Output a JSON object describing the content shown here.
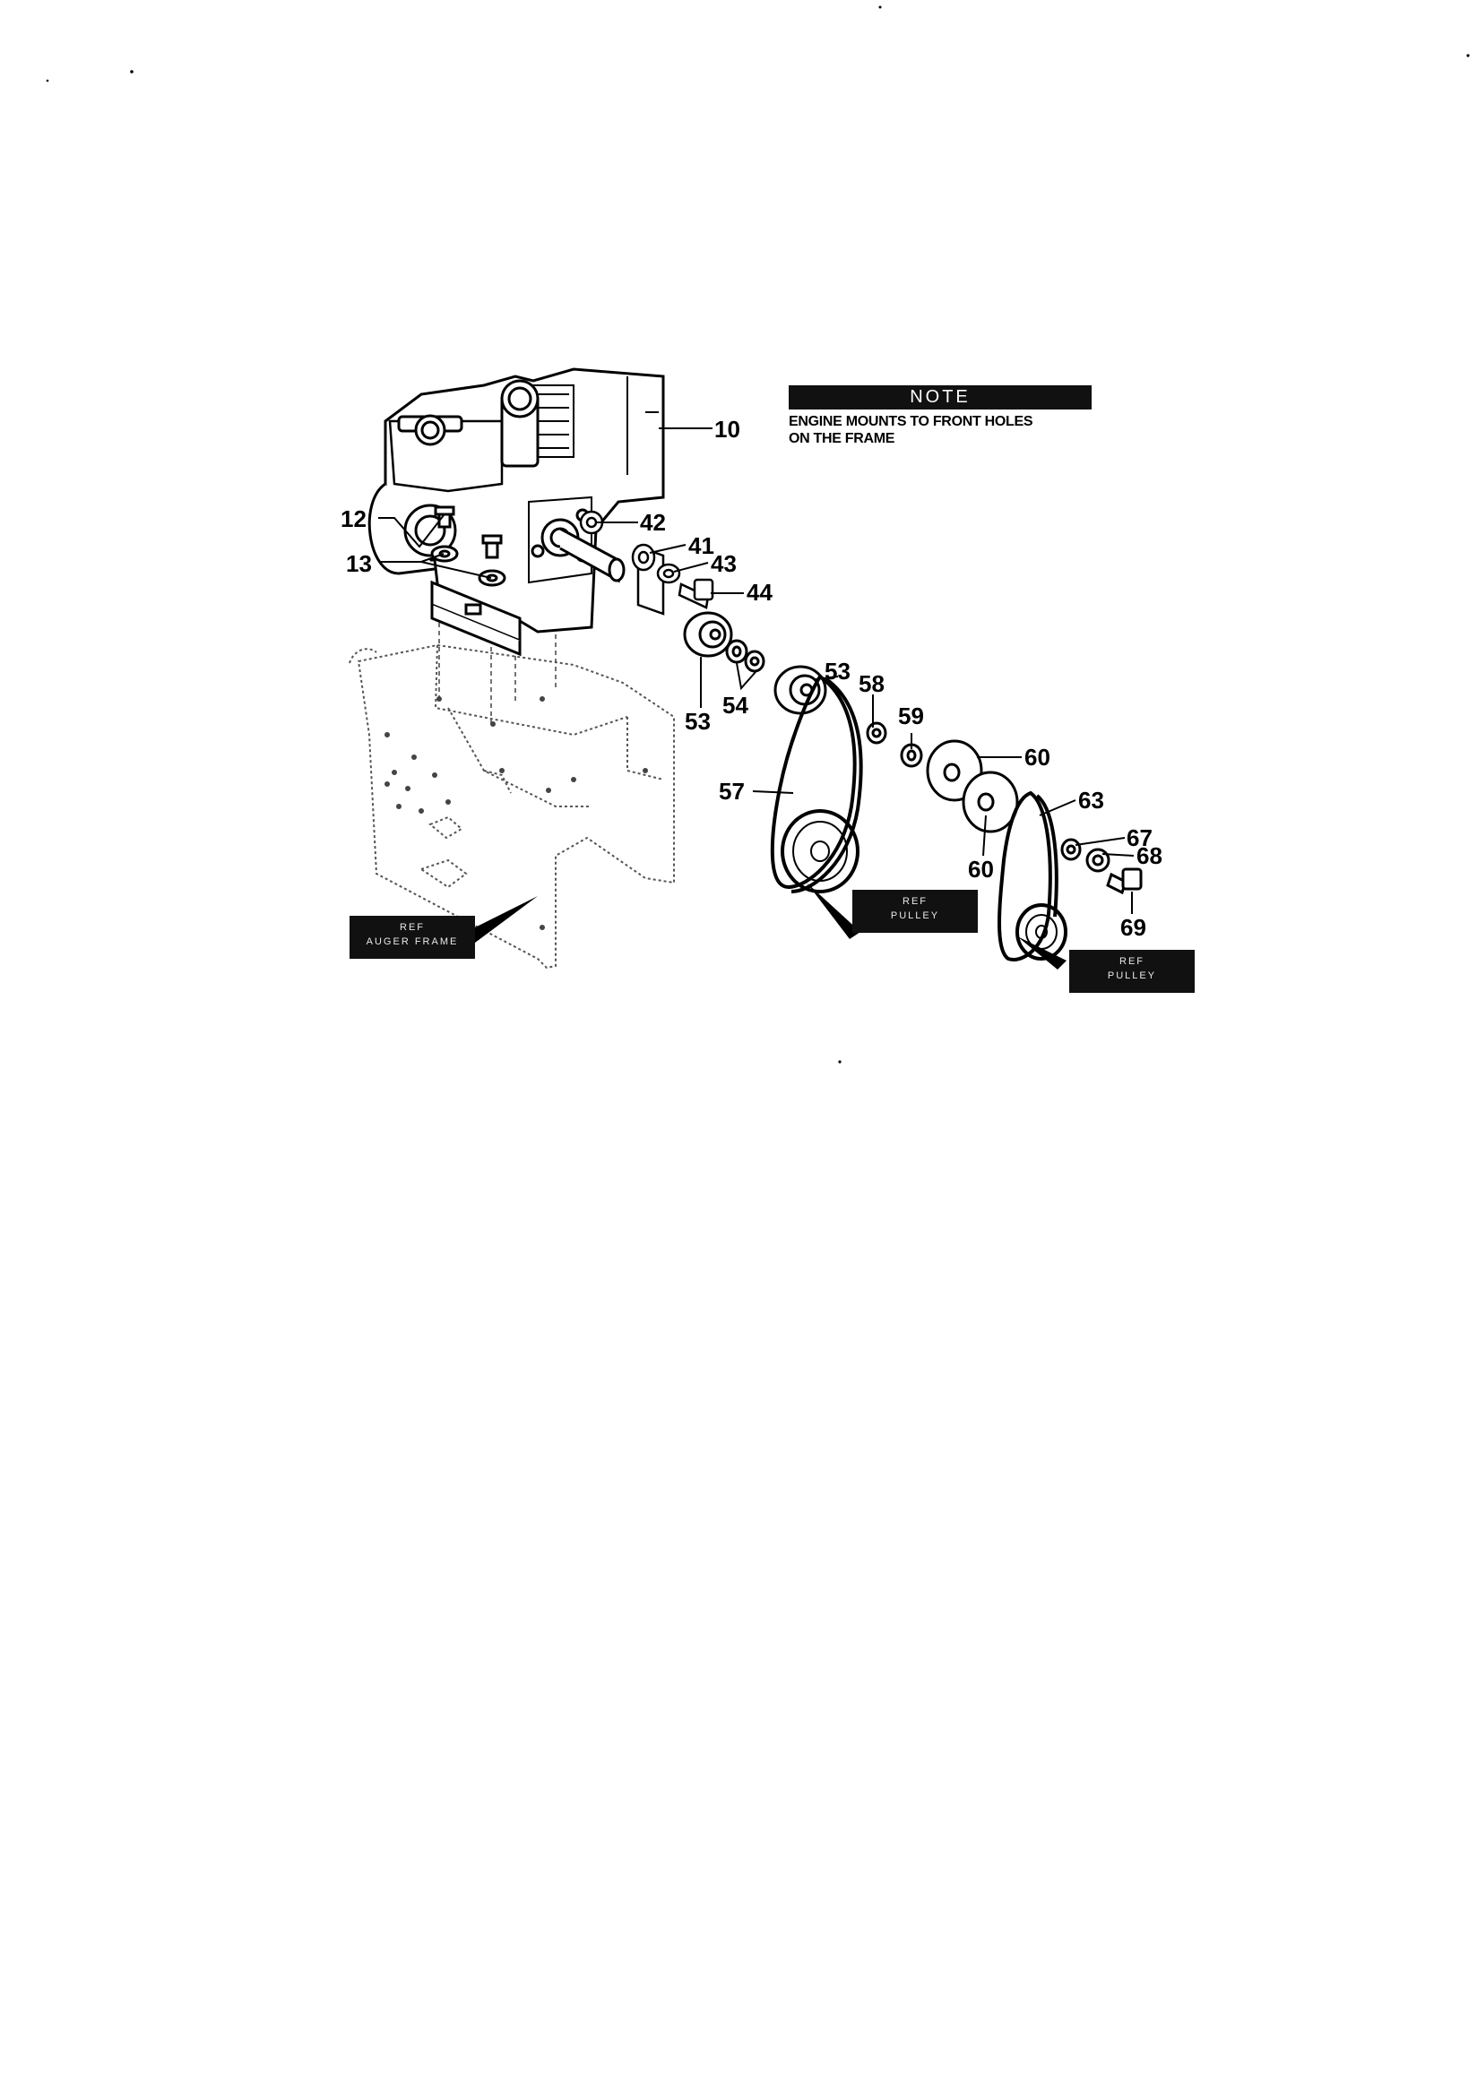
{
  "note": {
    "heading": "NOTE",
    "line1": "ENGINE MOUNTS TO FRONT HOLES",
    "line2": "ON THE FRAME"
  },
  "callouts": {
    "p10": "10",
    "p12": "12",
    "p13": "13",
    "p42": "42",
    "p41": "41",
    "p43": "43",
    "p44": "44",
    "p53a": "53",
    "p53b": "53",
    "p54": "54",
    "p58": "58",
    "p59": "59",
    "p60a": "60",
    "p60b": "60",
    "p57": "57",
    "p63": "63",
    "p67": "67",
    "p68": "68",
    "p69": "69"
  },
  "refs": {
    "auger_frame": {
      "line1": "REF",
      "line2": "AUGER FRAME"
    },
    "pulley_a": {
      "line1": "REF",
      "line2": "PULLEY"
    },
    "pulley_b": {
      "line1": "REF",
      "line2": "PULLEY"
    }
  }
}
